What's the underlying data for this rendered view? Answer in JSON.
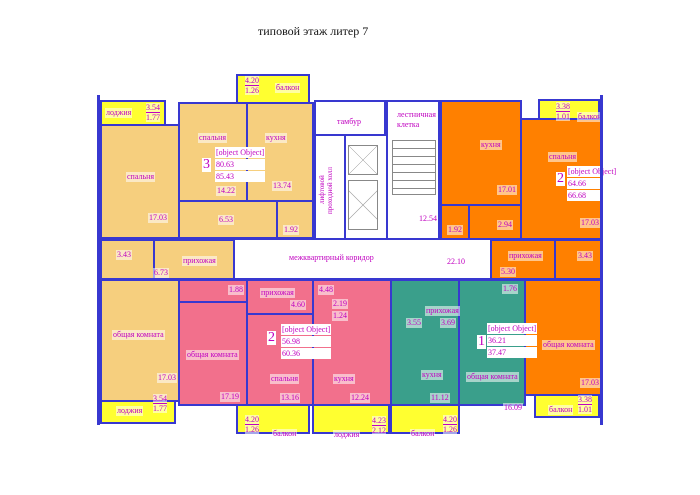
{
  "title": "типовой этаж  литер 7",
  "colors": {
    "apt3": "#f6cf7e",
    "apt2_top": "#ff8000",
    "apt2_pink": "#f2708c",
    "apt1": "#3a9f8b",
    "balcony": "#ffff30",
    "wall": "#3838d0",
    "text": "#c000c0"
  },
  "common": {
    "tambur": "тамбур",
    "stair": "лестничная клетка",
    "stair_area": "12.54",
    "lift_hall": "лифтовой проходной холл",
    "corridor": "межквартирный коридор",
    "corridor_area": "22.10"
  },
  "apt_a": {
    "rooms": "3",
    "living": {
      "label": "общая комната",
      "area": "17.03"
    },
    "total": "80.63",
    "total_bal": "85.43",
    "logia_top": {
      "label": "лоджия",
      "top": "3.54",
      "bottom": "1.77"
    },
    "bed1": {
      "label": "спальня",
      "area": "17.03"
    },
    "bed2": {
      "label": "спальня",
      "area": "14.22"
    },
    "kitchen": {
      "label": "кухня",
      "area": "13.74"
    },
    "hall": {
      "area": "6.53"
    },
    "bath": {
      "area": "1.92"
    },
    "balcony": {
      "label": "балкон",
      "top": "4.20",
      "bottom": "1.26"
    },
    "wc": {
      "area": "3.43"
    },
    "entry": {
      "label": "прихожая",
      "area": "6.73"
    },
    "logia_bottom": {
      "label": "лоджия",
      "top": "3.54",
      "bottom": "1.77"
    }
  },
  "apt_b": {
    "rooms": "2",
    "living": {
      "label": "общая комната",
      "area": "17.19"
    },
    "total": "56.98",
    "total_bal": "60.36",
    "closet": {
      "area": "1.88"
    },
    "entry": {
      "label": "прихожая",
      "area": "4.60"
    },
    "bed": {
      "label": "спальня",
      "area": "13.16"
    },
    "kitchen": {
      "label": "кухня",
      "area": "12.24"
    },
    "hall": {
      "area": "4.48"
    },
    "bath": {
      "area": "2.19"
    },
    "wc": {
      "area": "1.24"
    },
    "balcony": {
      "label": "балкон",
      "top": "4.20",
      "bottom": "1.26"
    },
    "logia": {
      "label": "лоджия",
      "top": "4.23",
      "bottom": "2.12"
    }
  },
  "apt_c": {
    "rooms": "1",
    "living": {
      "label": "общая комната",
      "area": "16.09"
    },
    "total": "36.21",
    "total_bal": "37.47",
    "bath": {
      "area": "3.55"
    },
    "entry": {
      "label": "прихожая",
      "area": "3.69"
    },
    "kitchen": {
      "label": "кухня",
      "area": "11.12"
    },
    "closet": {
      "area": "1.76"
    },
    "balcony": {
      "label": "балкон",
      "top": "4.20",
      "bottom": "1.26"
    }
  },
  "apt_d": {
    "rooms": "2",
    "living": {
      "label": "общая комната",
      "area": "17.03"
    },
    "total": "64.66",
    "total_bal": "66.68",
    "kitchen": {
      "label": "кухня",
      "area": "17.01"
    },
    "wc": {
      "area": "1.92"
    },
    "bath": {
      "area": "2.94"
    },
    "bed": {
      "label": "спальня",
      "area": "17.03"
    },
    "balcony_top": {
      "label": "балкон",
      "top": "3.38",
      "bottom": "1.01"
    },
    "entry": {
      "label": "прихожая",
      "area": "5.30"
    },
    "bath2": {
      "area": "3.43"
    },
    "balcony_bottom": {
      "label": "балкон",
      "top": "3.38",
      "bottom": "1.01"
    }
  }
}
